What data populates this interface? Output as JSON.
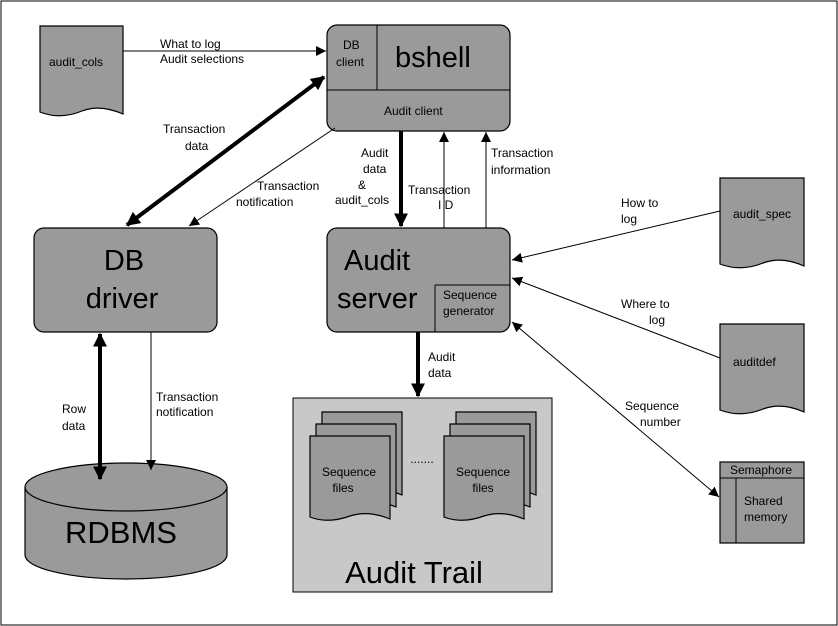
{
  "nodes": {
    "bshell": {
      "db_client": [
        "DB",
        "client"
      ],
      "title": "bshell",
      "audit_client": "Audit client"
    },
    "audit_cols": "audit_cols",
    "db_driver": [
      "DB",
      "driver"
    ],
    "audit_server": {
      "title": [
        "Audit",
        "server"
      ],
      "sequence_generator": [
        "Sequence",
        "generator"
      ]
    },
    "audit_spec": "audit_spec",
    "auditdef": "auditdef",
    "semaphore": "Semaphore",
    "shared_memory": [
      "Shared",
      "memory"
    ],
    "rdbms": "RDBMS",
    "audit_trail": {
      "title": "Audit Trail",
      "sequence_files_left": [
        "Sequence",
        "files"
      ],
      "sequence_files_right": [
        "Sequence",
        "files"
      ],
      "ellipsis": "......."
    }
  },
  "edge_labels": {
    "what_to_log": [
      "What to log",
      "Audit selections"
    ],
    "transaction_data": [
      "Transaction",
      "data"
    ],
    "transaction_notification_top": [
      "Transaction",
      "notification"
    ],
    "audit_data_cols": [
      "Audit",
      "data",
      "&",
      "audit_cols"
    ],
    "transaction_id": [
      "Transaction",
      "I D"
    ],
    "transaction_information": [
      "Transaction",
      "information"
    ],
    "how_to_log": [
      "How to",
      "log"
    ],
    "where_to_log": [
      "Where to",
      "log"
    ],
    "sequence_number": [
      "Sequence",
      "number"
    ],
    "audit_data_bottom": [
      "Audit",
      "data"
    ],
    "row_data": [
      "Row",
      "data"
    ],
    "transaction_notification_bottom": [
      "Transaction",
      "notification"
    ]
  }
}
